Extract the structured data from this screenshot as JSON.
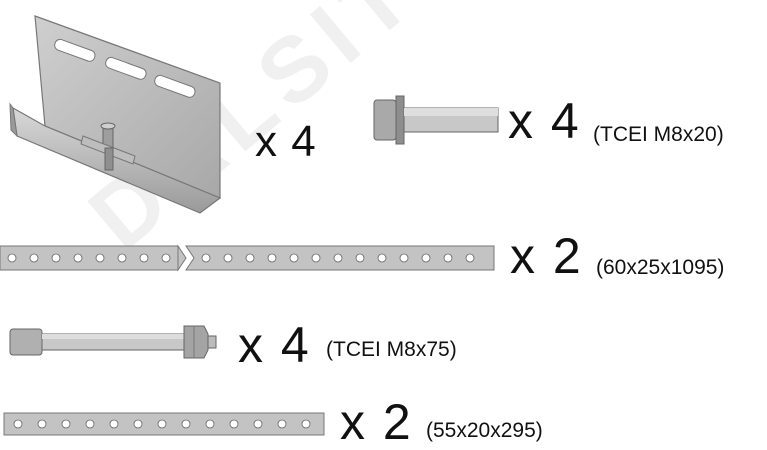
{
  "watermark": {
    "text": "DALSITO ZENIT"
  },
  "parts": [
    {
      "name": "bracket",
      "qty": "x 4",
      "spec": ""
    },
    {
      "name": "screw-short",
      "qty": "x 4",
      "spec": "(TCEI M8x20)"
    },
    {
      "name": "long-bar",
      "qty": "x 2",
      "spec": "(60x25x1095)"
    },
    {
      "name": "screw-long",
      "qty": "x 4",
      "spec": "(TCEI M8x75)"
    },
    {
      "name": "short-bar",
      "qty": "x 2",
      "spec": "(55x20x295)"
    }
  ],
  "colors": {
    "metal": "#b8b8b8",
    "metal_dark": "#7d7d7d",
    "metal_light": "#dcdcdc",
    "hole": "#ffffff"
  }
}
